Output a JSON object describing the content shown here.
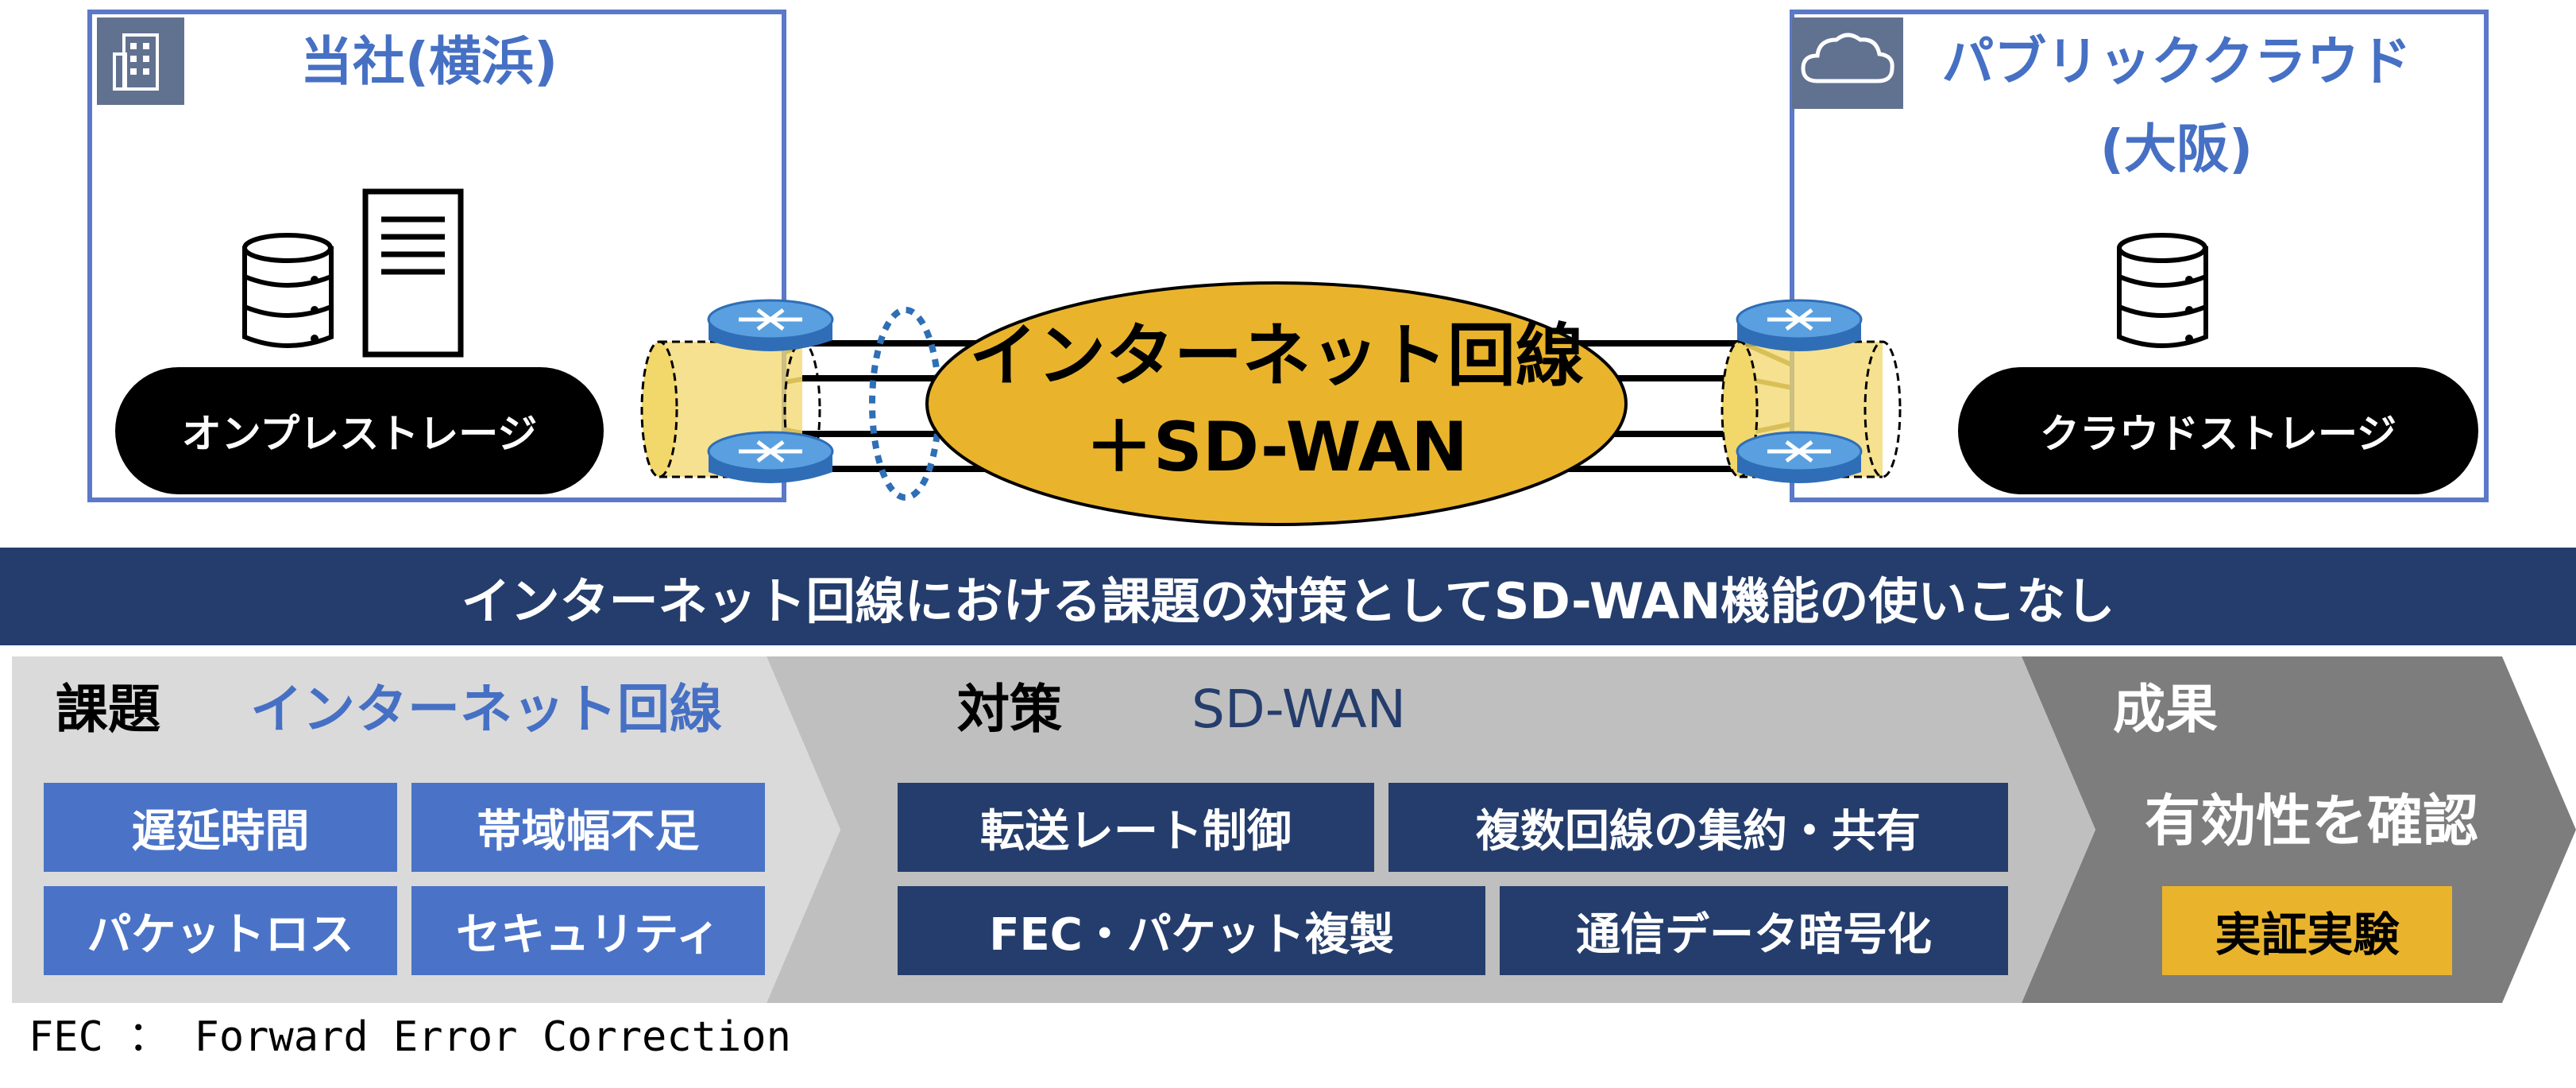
{
  "sites": {
    "left": {
      "title": "当社(横浜)",
      "icon": "building-icon",
      "storage_label": "オンプレストレージ"
    },
    "right": {
      "title_line1": "パブリッククラウド",
      "title_line2": "(大阪)",
      "icon": "cloud-icon",
      "storage_label": "クラウドストレージ"
    }
  },
  "network": {
    "line1": "インターネット回線",
    "line2": "＋SD-WAN"
  },
  "banner": {
    "text": "インターネット回線における課題の対策としてSD-WAN機能の使いこなし"
  },
  "issues": {
    "heading": "課題",
    "subheading": "インターネット回線",
    "items": [
      "遅延時間",
      "帯域幅不足",
      "パケットロス",
      "セキュリティ"
    ]
  },
  "measures": {
    "heading": "対策",
    "subheading": "SD-WAN",
    "items": [
      "転送レート制御",
      "複数回線の集約・共有",
      "FEC・パケット複製",
      "通信データ暗号化"
    ]
  },
  "results": {
    "heading": "成果",
    "main": "有効性を確認",
    "badge": "実証実験"
  },
  "footnote": "FEC ： Forward Error Correction",
  "colors": {
    "site_border": "#5b79c8",
    "site_title": "#4670c4",
    "banner": "#243d6c",
    "issue_tile": "#4a73c7",
    "measure_tile": "#243d6c",
    "ellipse_fill": "#e9b42c",
    "badge": "#e9b42c"
  }
}
